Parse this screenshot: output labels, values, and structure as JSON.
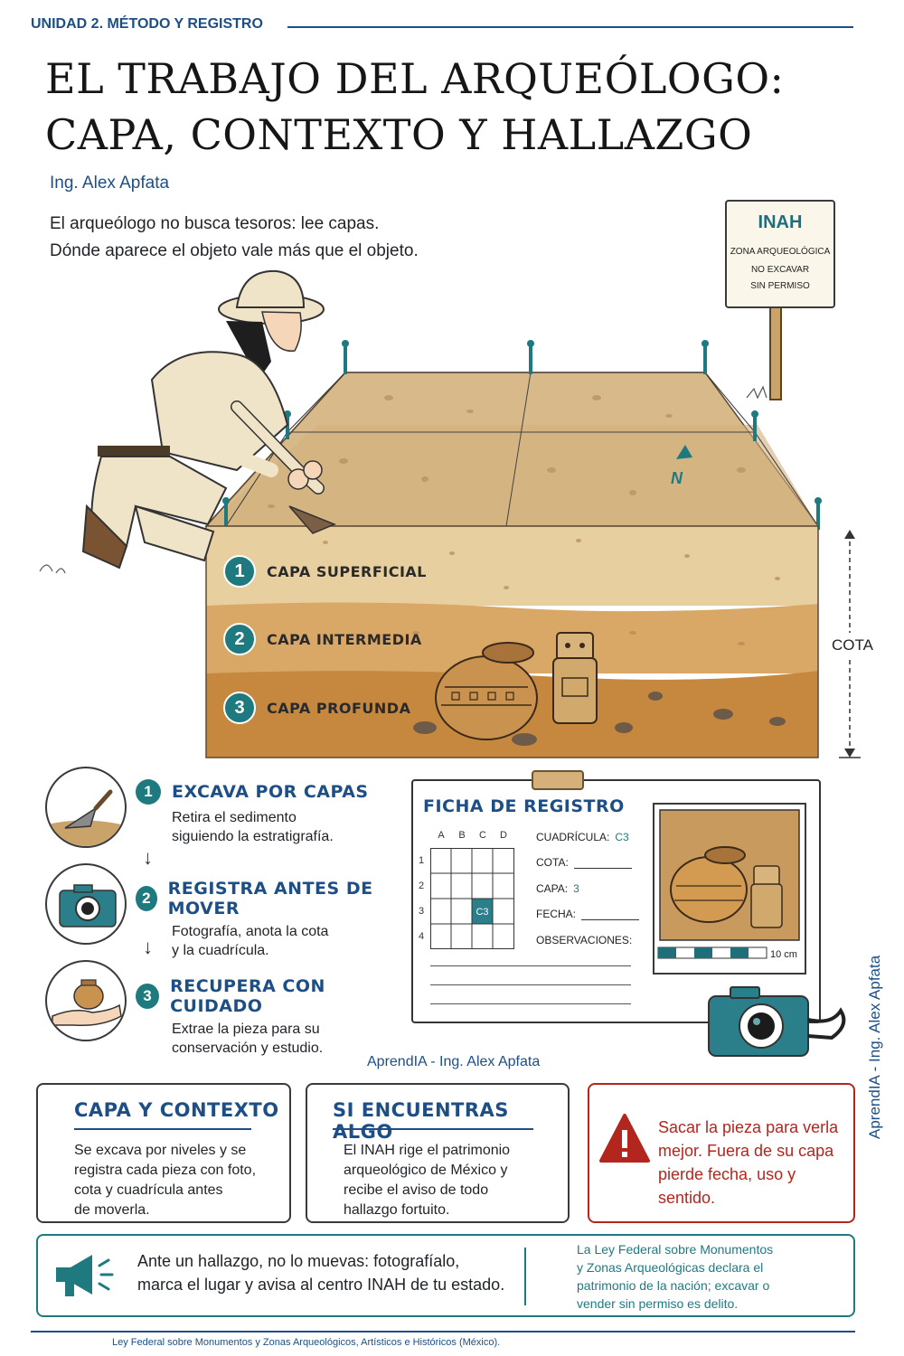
{
  "header": {
    "unit": "UNIDAD 2. MÉTODO Y REGISTRO",
    "title_line1": "EL TRABAJO DEL ARQUEÓLOGO:",
    "title_line2": "CAPA, CONTEXTO Y HALLAZGO",
    "author": "Ing. Alex Apfata",
    "intro_line1": "El arqueólogo no busca tesoros: lee capas.",
    "intro_line2": "Dónde aparece el objeto vale más que el objeto."
  },
  "sign": {
    "title": "INAH",
    "line1": "ZONA ARQUEOLÓGICA",
    "line2": "NO EXCAVAR",
    "line3": "SIN PERMISO"
  },
  "north": "N",
  "layers": [
    {
      "num": "1",
      "label": "CAPA SUPERFICIAL"
    },
    {
      "num": "2",
      "label": "CAPA INTERMEDIA"
    },
    {
      "num": "3",
      "label": "CAPA PROFUNDA"
    }
  ],
  "cota": "COTA",
  "steps": [
    {
      "num": "1",
      "title": "EXCAVA POR CAPAS",
      "desc1": "Retira el sedimento",
      "desc2": "siguiendo la estratigrafía.",
      "icon": "trowel-icon"
    },
    {
      "num": "2",
      "title": "REGISTRA ANTES DE MOVER",
      "desc1": "Fotografía, anota la cota",
      "desc2": "y la cuadrícula.",
      "icon": "camera-icon"
    },
    {
      "num": "3",
      "title": "RECUPERA CON CUIDADO",
      "desc1": "Extrae la pieza para su",
      "desc2": "conservación y estudio.",
      "icon": "hand-vessel-icon"
    }
  ],
  "arrow_glyph": "↓",
  "record": {
    "title": "FICHA DE REGISTRO",
    "columns": [
      "A",
      "B",
      "C",
      "D"
    ],
    "rows": [
      "1",
      "2",
      "3",
      "4"
    ],
    "marked_cell": "C3",
    "grid_label": "CUADRÍCULA:",
    "grid_value": "C3",
    "cota_label": "COTA:",
    "capa_label": "CAPA:",
    "capa_value": "3",
    "fecha_label": "FECHA:",
    "obs_label": "OBSERVACIONES:",
    "scale": "10 cm"
  },
  "credits": {
    "middle": "AprendIA - Ing. Alex Apfata",
    "side": "AprendIA - Ing. Alex Apfata"
  },
  "boxes": [
    {
      "title": "CAPA Y CONTEXTO",
      "l1": "Se excava por niveles y se",
      "l2": "registra cada pieza con foto,",
      "l3": "cota y cuadrícula antes",
      "l4": "de moverla."
    },
    {
      "title": "SI ENCUENTRAS ALGO",
      "l1": "El INAH rige el patrimonio",
      "l2": "arqueológico de México y",
      "l3": "recibe el aviso de todo",
      "l4": "hallazgo fortuito."
    }
  ],
  "warning": {
    "l1": "Sacar la pieza para verla",
    "l2": "mejor. Fuera de su capa",
    "l3": "pierde fecha, uso y sentido.",
    "icon": "warning-icon"
  },
  "banner": {
    "l1": "Ante un hallazgo, no lo muevas: fotografíalo,",
    "l2": "marca el lugar y avisa al centro INAH de tu estado.",
    "law1": "La Ley Federal sobre Monumentos",
    "law2": "y Zonas Arqueológicas declara el",
    "law3": "patrimonio de la nación; excavar o",
    "law4": "vender sin permiso es delito.",
    "icon": "megaphone-icon"
  },
  "footer": "Ley Federal sobre Monumentos y Zonas Arqueológicos, Artísticos e Históricos (México).",
  "colors": {
    "navy": "#1d4f86",
    "teal": "#1f7a80",
    "alert_red": "#b3261e",
    "soil_top": "#e8cf9f",
    "soil_mid": "#d9a866",
    "soil_deep": "#c6883f"
  }
}
